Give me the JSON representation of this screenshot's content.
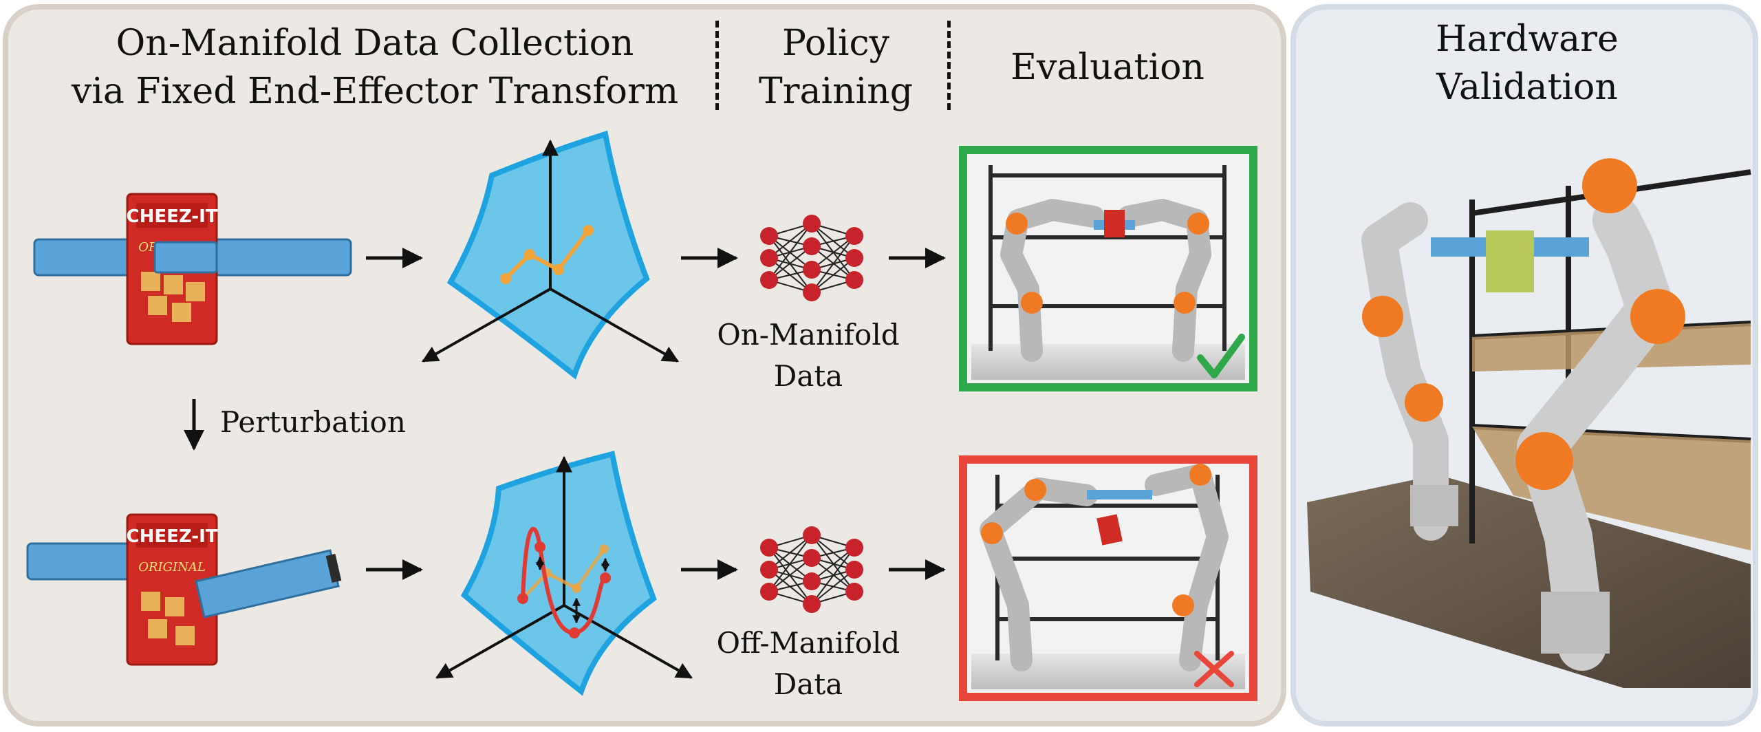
{
  "sections": {
    "collection_title_line1": "On-Manifold Data Collection",
    "collection_title_line2": "via Fixed End-Effector Transform",
    "training_title_line1": "Policy",
    "training_title_line2": "Training",
    "evaluation_title": "Evaluation",
    "hardware_title_line1": "Hardware",
    "hardware_title_line2": "Validation"
  },
  "labels": {
    "perturbation": "Perturbation",
    "on_manifold_line1": "On-Manifold",
    "on_manifold_line2": "Data",
    "off_manifold_line1": "Off-Manifold",
    "off_manifold_line2": "Data"
  },
  "product": {
    "brand": "CHEEZ-IT",
    "variant": "ORIGINAL"
  },
  "colors": {
    "left_panel_bg": "#ece9e4",
    "right_panel_bg": "#e9edf2",
    "manifold_fill": "#6cc6ea",
    "manifold_stroke": "#1fa3e0",
    "on_manifold_path": "#f2a33a",
    "off_manifold_path": "#e03a35",
    "network_node": "#c8232c",
    "success_border": "#2ea84a",
    "failure_border": "#e8463a",
    "strap_blue": "#5aa3d8",
    "robot_orange": "#f07a23"
  },
  "icons": {
    "success": "checkmark-icon",
    "failure": "cross-icon"
  }
}
